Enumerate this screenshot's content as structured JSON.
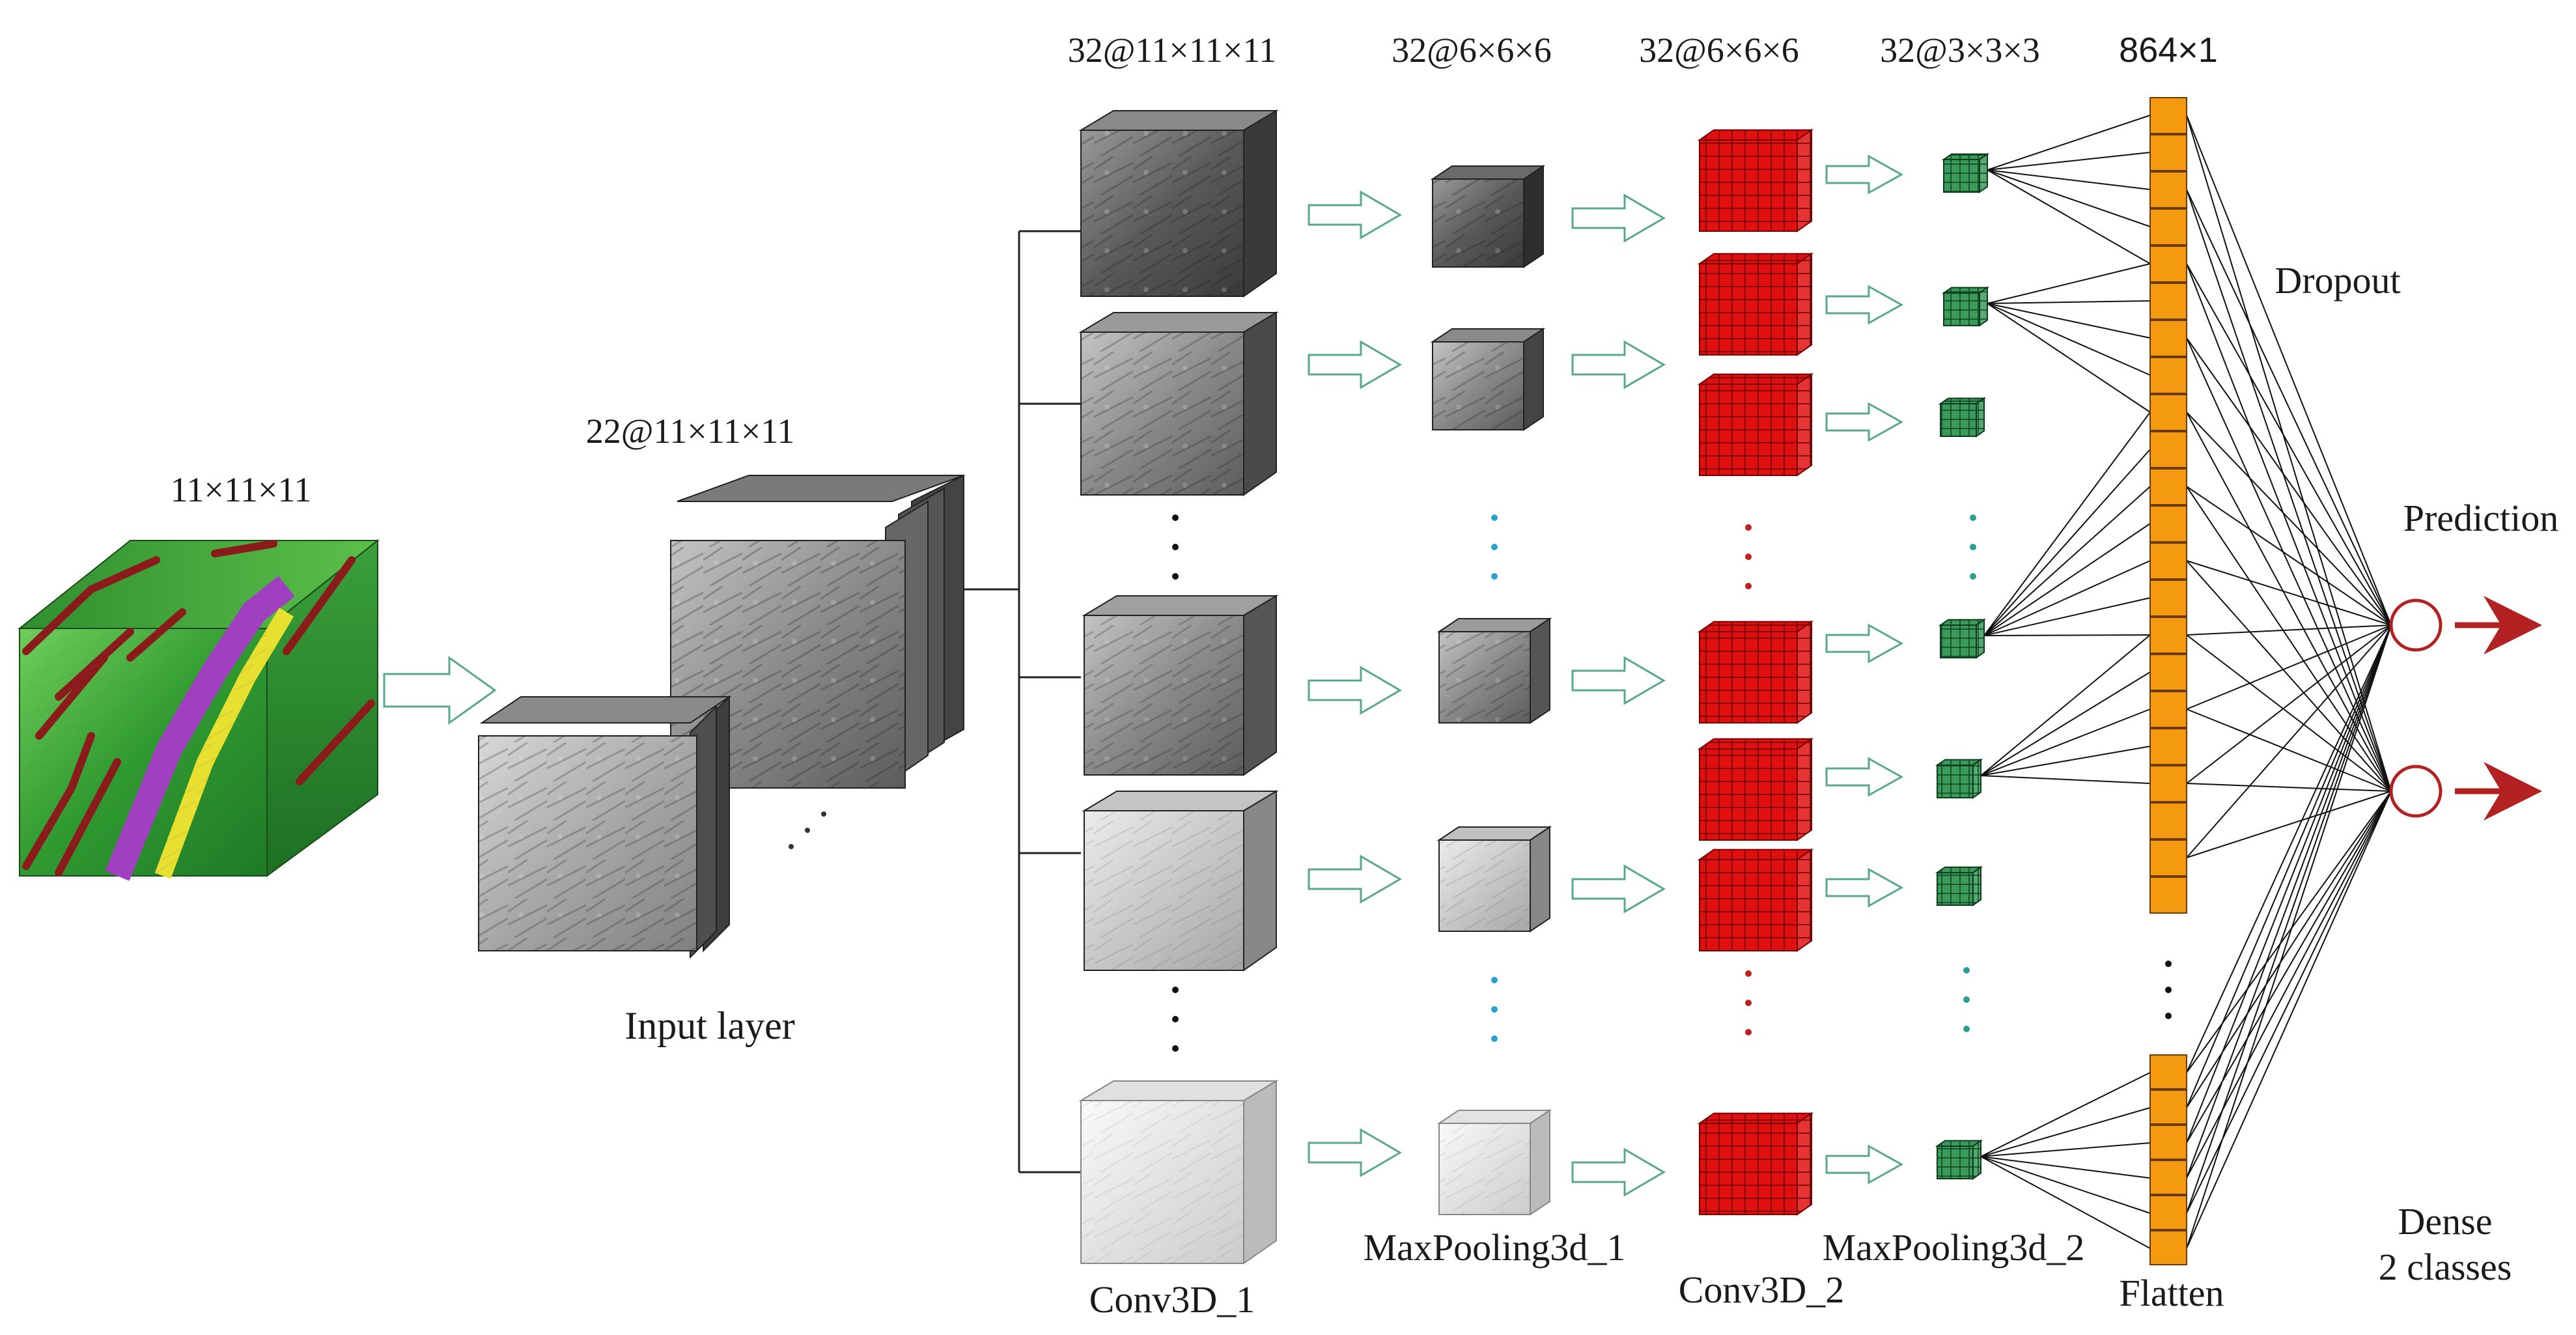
{
  "dims": {
    "input_cube": "11×11×11",
    "input_layer": "22@11×11×11",
    "conv1": "32@11×11×11",
    "pool1": "32@6×6×6",
    "conv2": "32@6×6×6",
    "pool2": "32@3×3×3",
    "flatten": "864×1"
  },
  "layers": {
    "input_layer": "Input layer",
    "conv1": "Conv3D_1",
    "pool1": "MaxPooling3d_1",
    "conv2": "Conv3D_2",
    "pool2": "MaxPooling3d_2",
    "flatten": "Flatten",
    "dropout": "Dropout",
    "prediction": "Prediction",
    "dense_line1": "Dense",
    "dense_line2": "2 classes"
  },
  "colors": {
    "terrain_green": "#3fa83a",
    "fault_red": "#8b1a1a",
    "channel_purple": "#a040c0",
    "channel_yellow": "#e8e030",
    "conv2_red": "#e01010",
    "pool2_green": "#3a9a5a",
    "flatten_orange": "#f39a10",
    "arrow_outline": "#5aa88a",
    "output_red": "#b22222"
  }
}
